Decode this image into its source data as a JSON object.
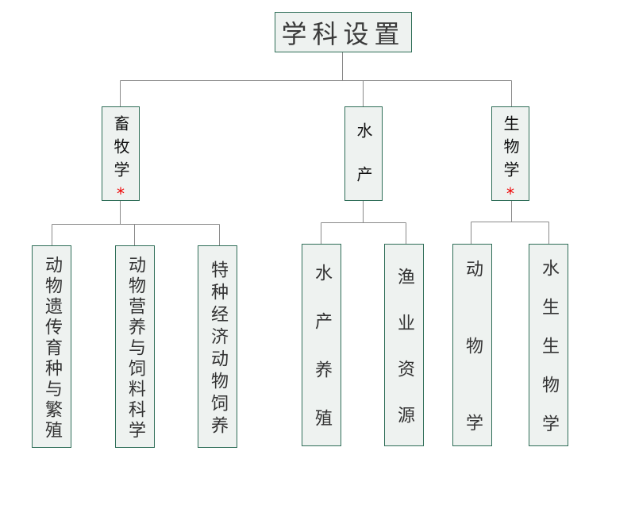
{
  "title": "学科设置",
  "branches": [
    {
      "label": "畜牧学",
      "marker": "*",
      "children": [
        "动物遗传育种与繁殖",
        "动物营养与饲料科学",
        "特种经济动物饲养"
      ]
    },
    {
      "label": "水产",
      "children": [
        "水产养殖",
        "渔业资源"
      ]
    },
    {
      "label": "生物学",
      "marker": "*",
      "children": [
        "动物学",
        "水生生物学"
      ]
    }
  ],
  "colors": {
    "border": "#2f6e58",
    "fill": "#eef2f0",
    "connector": "#8a8a8a",
    "marker": "#ee0000"
  }
}
